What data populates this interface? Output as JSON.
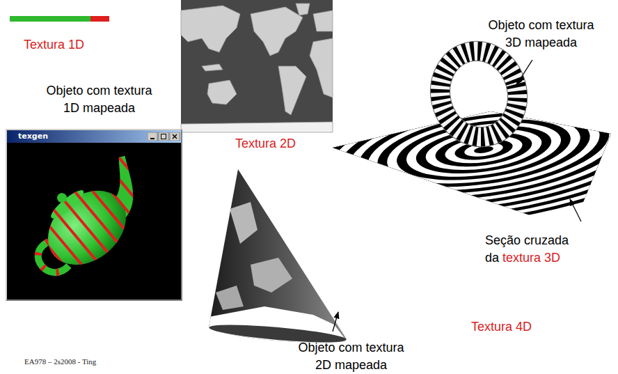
{
  "diagram": {
    "nodes": [
      {
        "text": [
          "texgen"
        ]
      }
    ],
    "labels": [
      "Textura 1D",
      "Objeto com textura 1D mapeada",
      "Textura 2D",
      "Objeto com textura 3D mapeada",
      "Seção cruzada da",
      "textura 3D",
      "Objeto com textura 2D mapeada",
      "Textura 4D",
      "EA978 – 2s2008 - Ting"
    ]
  }
}
